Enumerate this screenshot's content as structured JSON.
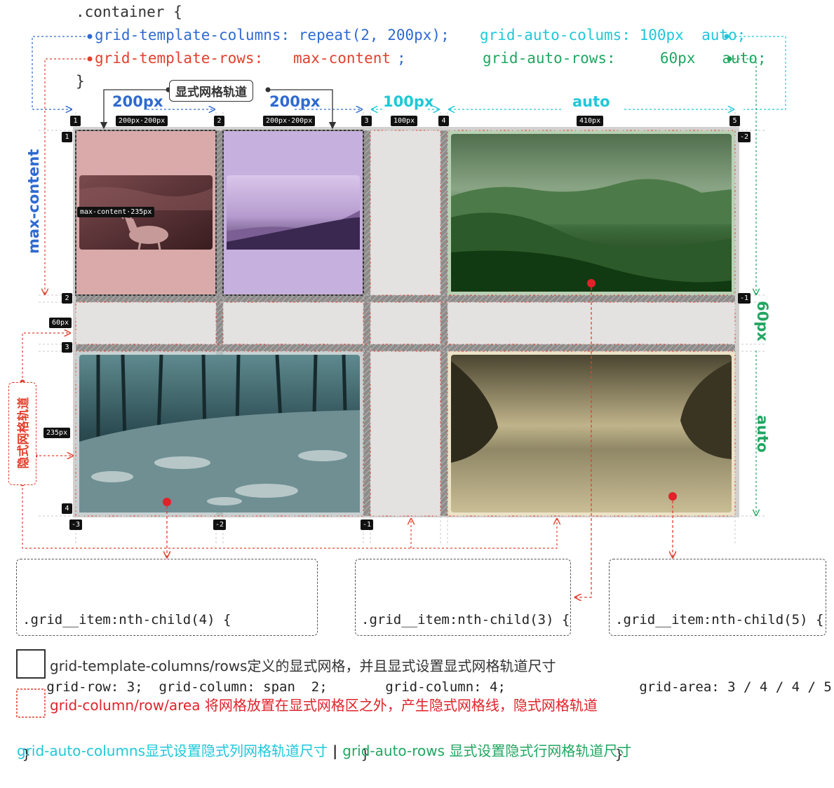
{
  "code": {
    "container_open": ".container {",
    "gtc": "grid-template-columns: repeat(2, 200px);",
    "gtr_prop": "grid-template-rows:",
    "gtr_val": "max-content",
    "semicolon": ";",
    "close": "}",
    "gac": "grid-auto-colums: 100px  auto;",
    "gar": "grid-auto-rows:     60px   auto;"
  },
  "headers": {
    "col1": "200px",
    "col2": "200px",
    "col3": "100px",
    "col4": "auto",
    "explicit_pill": "显式网格轨道",
    "row1": "max-content",
    "row2": "60px",
    "row3": "auto",
    "implicit_pill": "隐式网格轨道"
  },
  "tags": {
    "c1": "200px·200px",
    "c2": "200px·200px",
    "c3": "100px",
    "c4": "410px",
    "r1": "max-content·235px",
    "r2": "60px",
    "r3": "235px"
  },
  "line_numbers": {
    "top": [
      "1",
      "2",
      "3",
      "4",
      "5"
    ],
    "left": [
      "1",
      "2",
      "3",
      "4"
    ],
    "right": [
      "-2",
      "-1"
    ],
    "bottom": [
      "-3",
      "-2",
      "-1"
    ]
  },
  "boxes": {
    "b4": [
      ".grid__item:nth-child(4) {",
      "   grid-row: 3;  grid-column: span  2;",
      "}"
    ],
    "b3": [
      ".grid__item:nth-child(3) {",
      "   grid-column: 4;",
      "}"
    ],
    "b5": [
      ".grid__item:nth-child(5) {",
      "   grid-area: 3 / 4 / 4 / 5;",
      "}"
    ]
  },
  "legend": {
    "l1": "grid-template-columns/rows定义的显式网格，并且显式设置显式网格轨道尺寸",
    "l2": "grid-column/row/area 将网格放置在显式网格区之外，产生隐式网格线，隐式网格轨道",
    "l3a": "grid-auto-columns显式设置隐式列网格轨道尺寸",
    "l3sep": " | ",
    "l3b": "grid-auto-rows 显式设置隐式行网格轨道尺寸"
  },
  "colors": {
    "blue": "#2f6ad0",
    "red": "#e0412e",
    "cyan": "#1fc8d8",
    "green": "#21a661",
    "cell1": "#d9aaa9",
    "cell2": "#c6b0dd",
    "implicit": "#e4e2e1"
  }
}
